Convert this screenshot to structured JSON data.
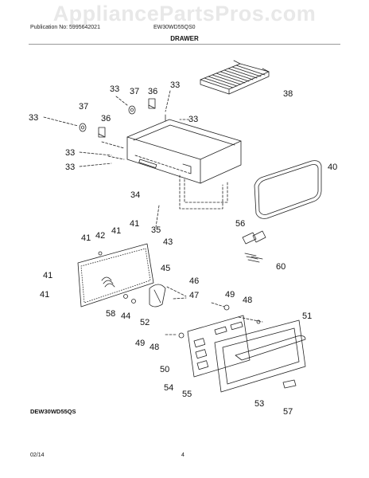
{
  "watermark": "AppliancePartsPros.com",
  "header": {
    "publication": "Publication No: 5995642021",
    "model": "EW30WD55QS0"
  },
  "section_title": "DRAWER",
  "model_code": "DEW30WD55QS",
  "footer": {
    "date": "02/14",
    "page": "4"
  },
  "part_labels": [
    "33",
    "37",
    "36",
    "33",
    "33",
    "37",
    "36",
    "33",
    "38",
    "33",
    "33",
    "34",
    "40",
    "56",
    "35",
    "41",
    "41",
    "42",
    "43",
    "41",
    "41",
    "41",
    "60",
    "45",
    "46",
    "47",
    "49",
    "48",
    "58",
    "44",
    "52",
    "51",
    "49",
    "48",
    "50",
    "54",
    "55",
    "53",
    "57"
  ]
}
